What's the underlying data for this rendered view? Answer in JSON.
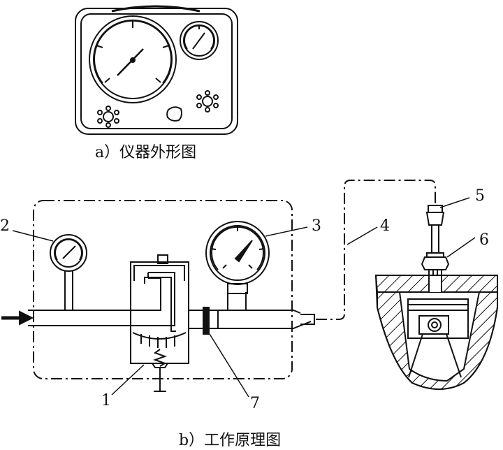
{
  "figure": {
    "caption_a": "a）仪器外形图",
    "caption_b": "b）工作原理图",
    "labels": [
      "1",
      "2",
      "3",
      "4",
      "5",
      "6",
      "7"
    ]
  },
  "colors": {
    "ink": "#111111",
    "paper": "#ffffff"
  }
}
